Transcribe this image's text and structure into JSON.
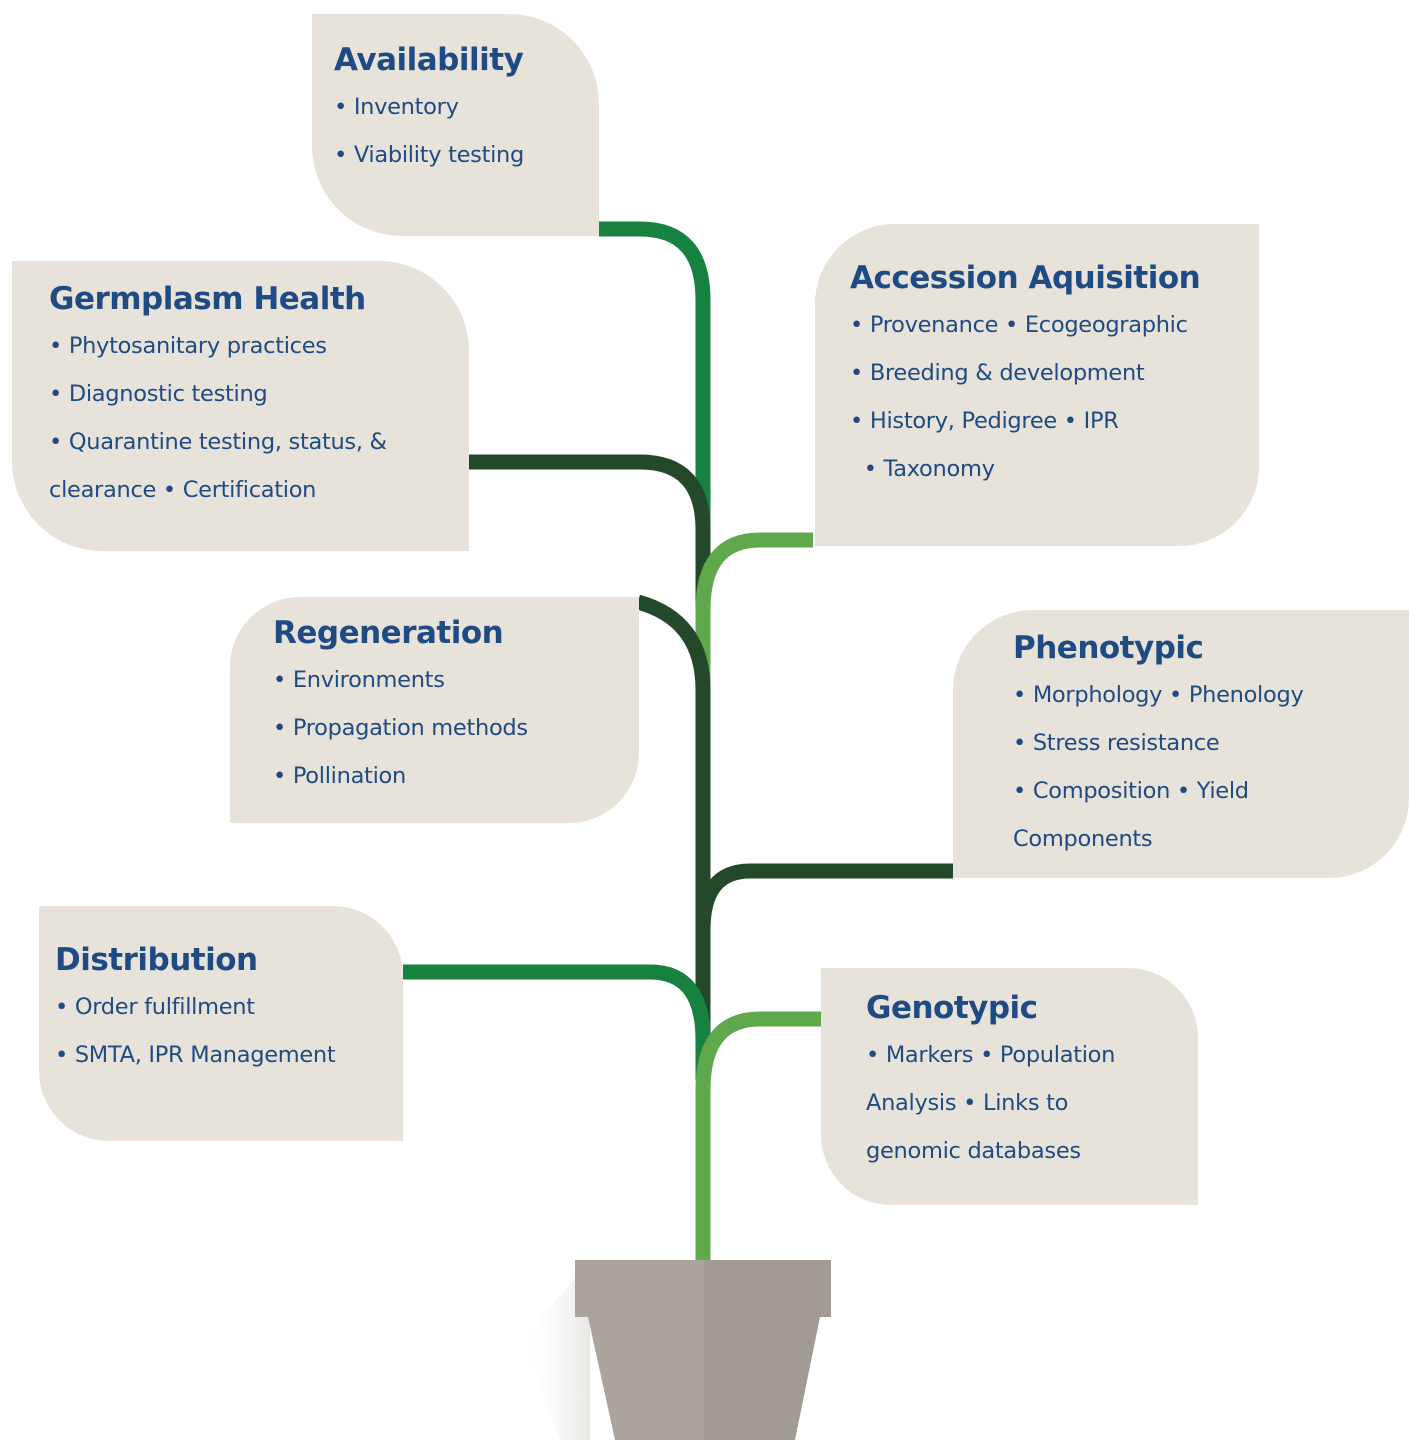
{
  "colors": {
    "leaf_bg": "#e8e3da",
    "text": "#1f4b84",
    "stem_green": "#17813f",
    "stem_dark": "#24492a",
    "stem_light": "#5fa84c",
    "pot_light": "#aaa49d",
    "pot_dark": "#a19b94"
  },
  "leaves": {
    "availability": {
      "title": "Availability",
      "lines": [
        "• Inventory",
        "• Viability testing"
      ]
    },
    "germplasm_health": {
      "title": "Germplasm Health",
      "lines": [
        "• Phytosanitary practices",
        "• Diagnostic testing",
        "• Quarantine testing, status, &",
        "clearance • Certification"
      ]
    },
    "accession_acquisition": {
      "title": "Accession Aquisition",
      "lines": [
        "• Provenance • Ecogeographic",
        "• Breeding & development",
        "• History, Pedigree • IPR",
        "  • Taxonomy"
      ]
    },
    "regeneration": {
      "title": "Regeneration",
      "lines": [
        "• Environments",
        "• Propagation methods",
        "• Pollination"
      ]
    },
    "phenotypic": {
      "title": "Phenotypic",
      "lines": [
        "• Morphology • Phenology",
        "• Stress resistance",
        "• Composition • Yield",
        "Components"
      ]
    },
    "distribution": {
      "title": "Distribution",
      "lines": [
        "• Order fulfillment",
        "• SMTA, IPR Management"
      ]
    },
    "genotypic": {
      "title": "Genotypic",
      "lines": [
        "• Markers • Population",
        "Analysis • Links to",
        "genomic databases"
      ]
    }
  }
}
